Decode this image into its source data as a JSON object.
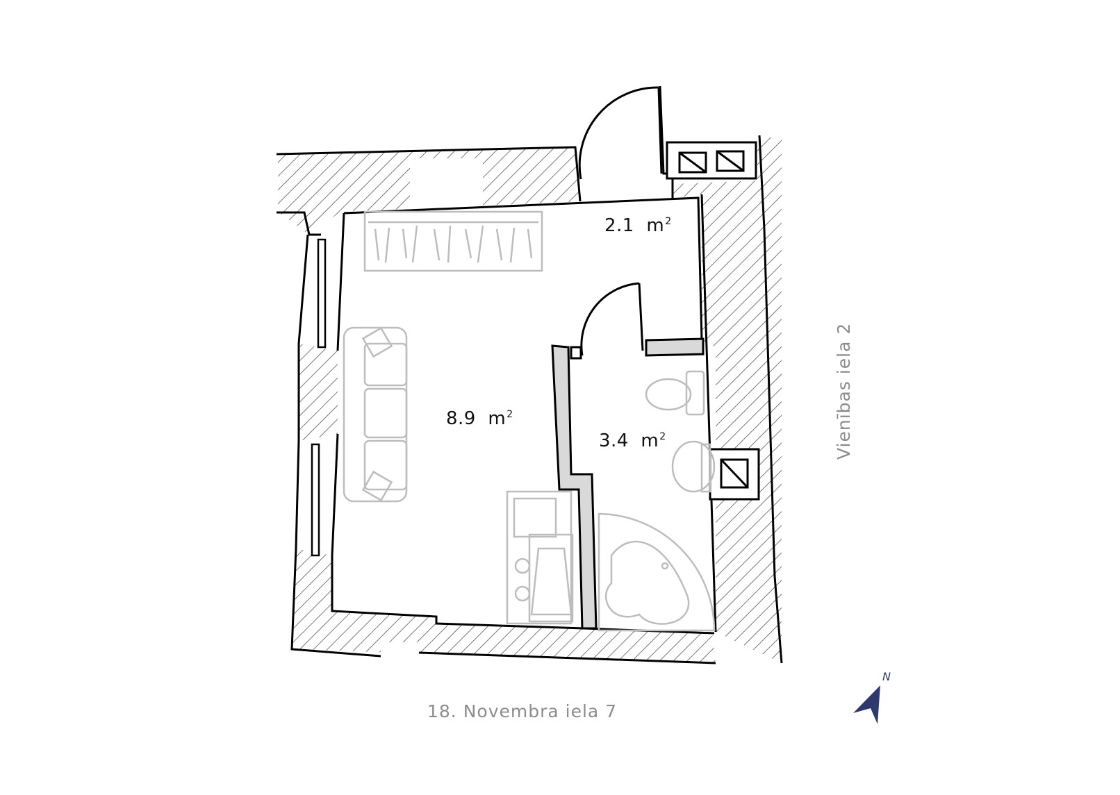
{
  "rooms": [
    {
      "id": "living-room",
      "area": "8.9",
      "unit": "m",
      "unit_sup": "2"
    },
    {
      "id": "hallway",
      "area": "2.1",
      "unit": "m",
      "unit_sup": "2"
    },
    {
      "id": "bathroom",
      "area": "3.4",
      "unit": "m",
      "unit_sup": "2"
    }
  ],
  "streets": {
    "south": "18. Novembra iela 7",
    "east": "Vienības iela 2"
  },
  "compass": {
    "label": "N",
    "color": "#2e3a6e"
  },
  "colors": {
    "wall_line": "#000000",
    "furniture": "#bdbdbd",
    "hatch": "#444444",
    "partition_fill": "#d9d9d9"
  }
}
